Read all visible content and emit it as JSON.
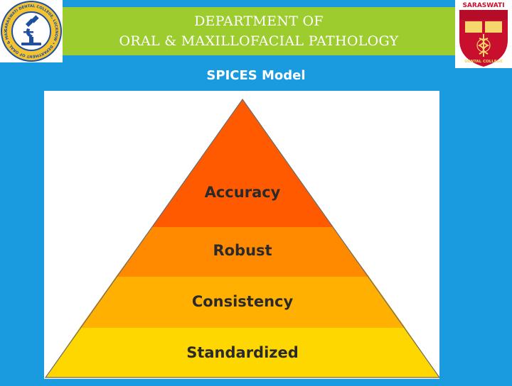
{
  "header": {
    "line1": "DEPARTMENT OF",
    "line2": "ORAL & MAXILLOFACIAL PATHOLOGY"
  },
  "logos": {
    "left_ring_text": "SARASWATI DENTAL COLLEGE, LUCKNOW • DEPARTMENT OF ORAL & MAXILLOFACIAL PATHOLOGY",
    "right_top_text": "SARASWATI",
    "right_bottom_text": "DENTAL COLLEGE"
  },
  "slide": {
    "title": "SPICES Model"
  },
  "pyramid": {
    "tiers": [
      {
        "label": "Accuracy",
        "color": "#ff5a00"
      },
      {
        "label": "Robust",
        "color": "#ff8a00"
      },
      {
        "label": "Consistency",
        "color": "#ffb000"
      },
      {
        "label": "Standardized",
        "color": "#ffd700"
      }
    ]
  },
  "colors": {
    "background": "#1a9be0",
    "header_band": "#9ccc2e",
    "crest_red": "#c8102e"
  }
}
